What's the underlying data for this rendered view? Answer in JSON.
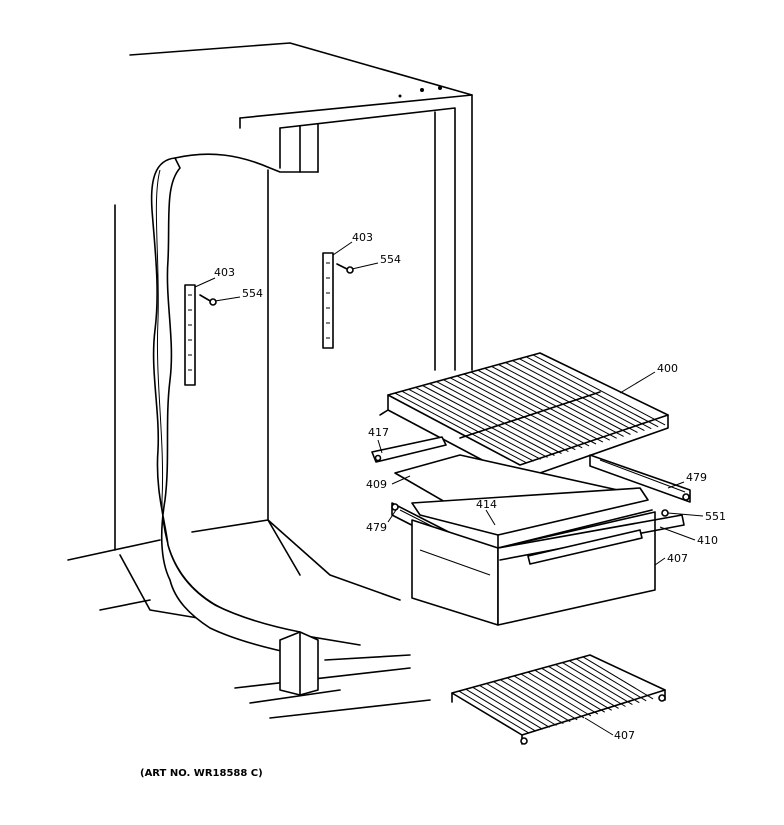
{
  "caption": "(ART NO. WR18588 C)",
  "callouts": {
    "c403a": "403",
    "c554a": "554",
    "c403b": "403",
    "c554b": "554",
    "c400": "400",
    "c417": "417",
    "c479a": "479",
    "c409": "409",
    "c414": "414",
    "c551": "551",
    "c479b": "479",
    "c410": "410",
    "c407a": "407",
    "c407b": "407"
  }
}
